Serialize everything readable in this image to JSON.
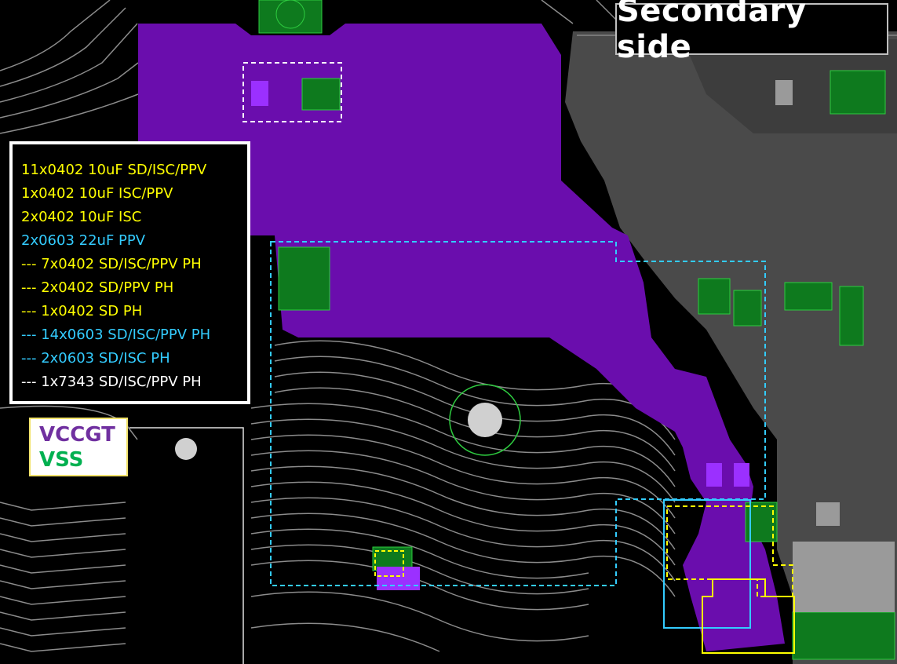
{
  "title": "Secondary side",
  "legend": [
    {
      "text": "11x0402 10uF SD/ISC/PPV",
      "color": "#ffff00"
    },
    {
      "text": "1x0402 10uF ISC/PPV",
      "color": "#ffff00"
    },
    {
      "text": "2x0402 10uF ISC",
      "color": "#ffff00"
    },
    {
      "text": "2x0603 22uF PPV",
      "color": "#33ccff"
    },
    {
      "text": "--- 7x0402 SD/ISC/PPV PH",
      "color": "#ffff00"
    },
    {
      "text": "--- 2x0402 SD/PPV PH",
      "color": "#ffff00"
    },
    {
      "text": "--- 1x0402 SD PH",
      "color": "#ffff00"
    },
    {
      "text": "--- 14x0603 SD/ISC/PPV PH",
      "color": "#33ccff"
    },
    {
      "text": "--- 2x0603 SD/ISC PH",
      "color": "#33ccff"
    },
    {
      "text": "--- 1x7343 SD/ISC/PPV PH",
      "color": "#ffffff"
    }
  ],
  "nets": [
    {
      "name": "VCCGT",
      "color": "#7030a0"
    },
    {
      "name": "VSS",
      "color": "#00b050"
    }
  ],
  "colors": {
    "vccgt_copper": "#6a0dad",
    "vss_copper": "#0e7a1e",
    "board_gray": "#4a4a4a",
    "trace": "#8c8c8c"
  }
}
